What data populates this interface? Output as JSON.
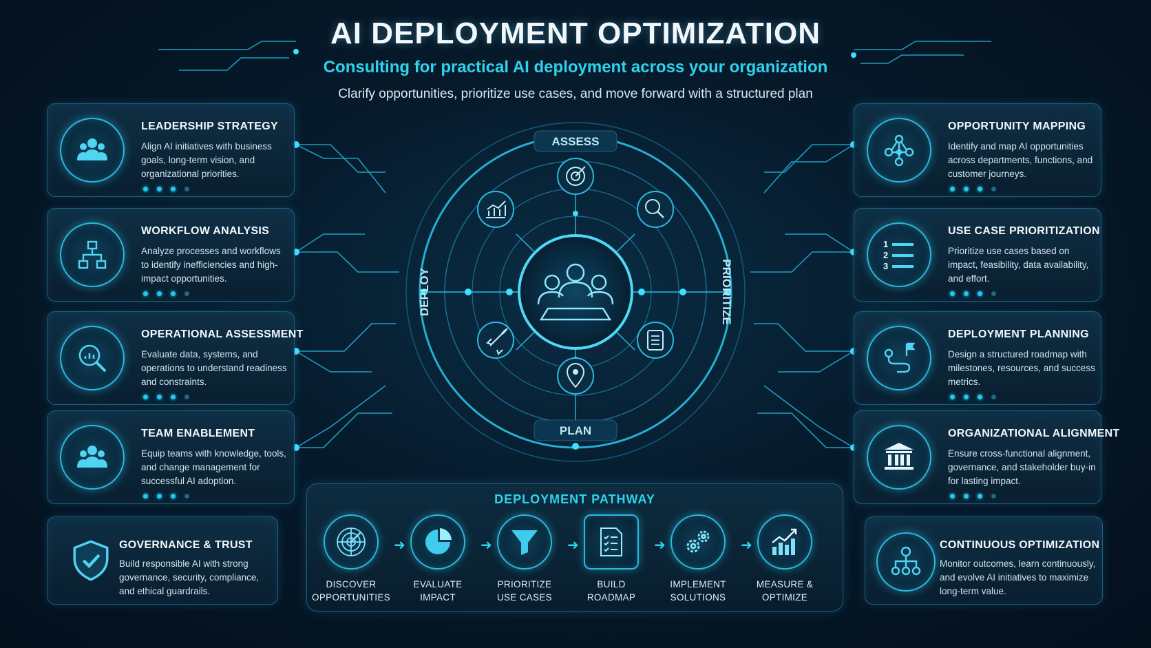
{
  "header": {
    "title": "AI DEPLOYMENT OPTIMIZATION",
    "subtitle": "Consulting for practical AI deployment across your organization",
    "tagline": "Clarify opportunities, prioritize use cases, and move forward with a structured plan"
  },
  "left_cards": [
    {
      "title": "LEADERSHIP STRATEGY",
      "desc": "Align AI initiatives with business goals, long-term vision, and organizational priorities.",
      "icon": "people-group-icon"
    },
    {
      "title": "WORKFLOW ANALYSIS",
      "desc": "Analyze processes and workflows to identify inefficiencies and high-impact opportunities.",
      "icon": "flowchart-icon"
    },
    {
      "title": "OPERATIONAL ASSESSMENT",
      "desc": "Evaluate data, systems, and operations to understand readiness and constraints.",
      "icon": "magnifier-chart-icon"
    },
    {
      "title": "TEAM ENABLEMENT",
      "desc": "Equip teams with knowledge, tools, and change management for successful AI adoption.",
      "icon": "people-group-icon"
    }
  ],
  "right_cards": [
    {
      "title": "OPPORTUNITY MAPPING",
      "desc": "Identify and map AI opportunities across departments, functions, and customer journeys.",
      "icon": "network-nodes-icon"
    },
    {
      "title": "USE CASE PRIORITIZATION",
      "desc": "Prioritize use cases based on impact, feasibility, data availability, and effort.",
      "icon": "numbered-list-icon"
    },
    {
      "title": "DEPLOYMENT PLANNING",
      "desc": "Design a structured roadmap with milestones, resources, and success metrics.",
      "icon": "route-flag-icon"
    },
    {
      "title": "ORGANIZATIONAL ALIGNMENT",
      "desc": "Ensure cross-functional alignment, governance, and stakeholder buy-in for lasting impact.",
      "icon": "institution-icon"
    }
  ],
  "governance": {
    "title": "GOVERNANCE & TRUST",
    "desc": "Build responsible AI with strong governance, security, compliance, and ethical guardrails.",
    "icon": "shield-check-icon"
  },
  "optimization": {
    "title": "CONTINUOUS OPTIMIZATION",
    "desc": "Monitor outcomes, learn continuously, and evolve AI initiatives to maximize long-term value.",
    "icon": "node-tree-icon"
  },
  "cycle": {
    "assess": "ASSESS",
    "prioritize": "PRIORITIZE",
    "plan": "PLAN",
    "deploy": "DEPLOY"
  },
  "pathway": {
    "title": "DEPLOYMENT PATHWAY",
    "steps": [
      {
        "line1": "DISCOVER",
        "line2": "OPPORTUNITIES",
        "icon": "radar-icon"
      },
      {
        "line1": "EVALUATE",
        "line2": "IMPACT",
        "icon": "pie-chart-icon"
      },
      {
        "line1": "PRIORITIZE",
        "line2": "USE CASES",
        "icon": "funnel-icon"
      },
      {
        "line1": "BUILD",
        "line2": "ROADMAP",
        "icon": "document-checklist-icon"
      },
      {
        "line1": "IMPLEMENT",
        "line2": "SOLUTIONS",
        "icon": "gears-icon"
      },
      {
        "line1": "MEASURE &",
        "line2": "OPTIMIZE",
        "icon": "growth-chart-icon"
      }
    ]
  },
  "colors": {
    "accent": "#2ed3ee",
    "background": "#061a2b",
    "border": "#1f5f80"
  }
}
